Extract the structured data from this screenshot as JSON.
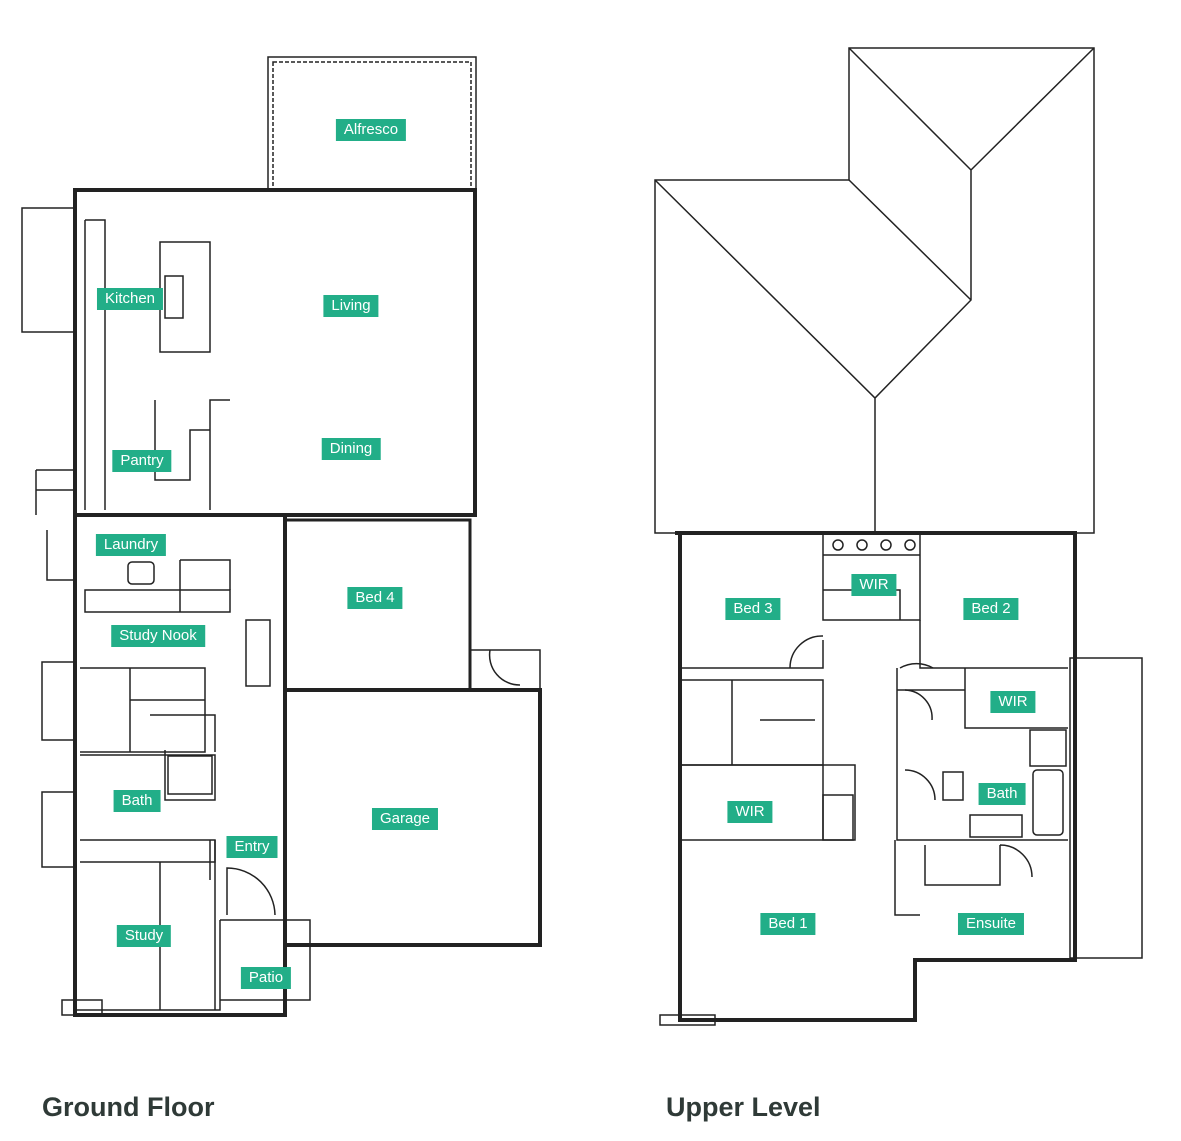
{
  "ground_floor": {
    "title": "Ground Floor",
    "rooms": [
      "Alfresco",
      "Kitchen",
      "Living",
      "Pantry",
      "Dining",
      "Laundry",
      "Bed 4",
      "Study Nook",
      "Bath",
      "Garage",
      "Entry",
      "Study",
      "Patio"
    ]
  },
  "upper_level": {
    "title": "Upper Level",
    "rooms": [
      "WIR",
      "Bed 3",
      "Bed 2",
      "WIR",
      "Bath",
      "WIR",
      "Bed 1",
      "Ensuite"
    ]
  },
  "colors": {
    "label_bg": "#22ae88",
    "label_text": "#ffffff",
    "title": "#2f3a37",
    "walls": "#222222"
  }
}
